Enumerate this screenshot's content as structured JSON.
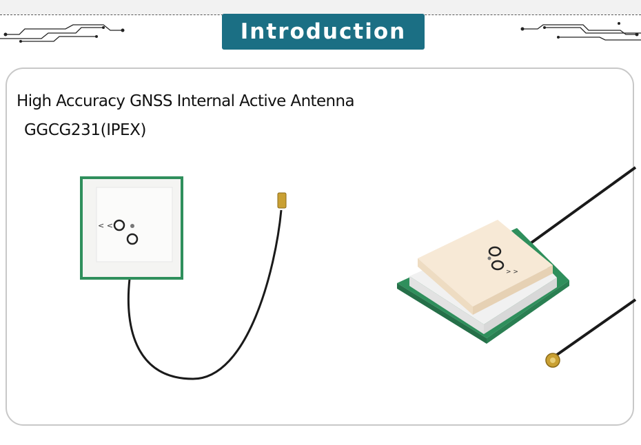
{
  "banner": {
    "title": "Introduction"
  },
  "product": {
    "title": "High Accuracy GNSS Internal Active Antenna",
    "model": "GGCG231(IPEX)"
  },
  "icons": {
    "left_decor": "circuit-trace-left-icon",
    "right_decor": "circuit-trace-right-icon"
  },
  "colors": {
    "banner_bg": "#1b6f84",
    "banner_text": "#ffffff",
    "card_border": "#c8c8c8",
    "pcb_green": "#2e8b57",
    "ceramic": "#f7e9d6"
  }
}
